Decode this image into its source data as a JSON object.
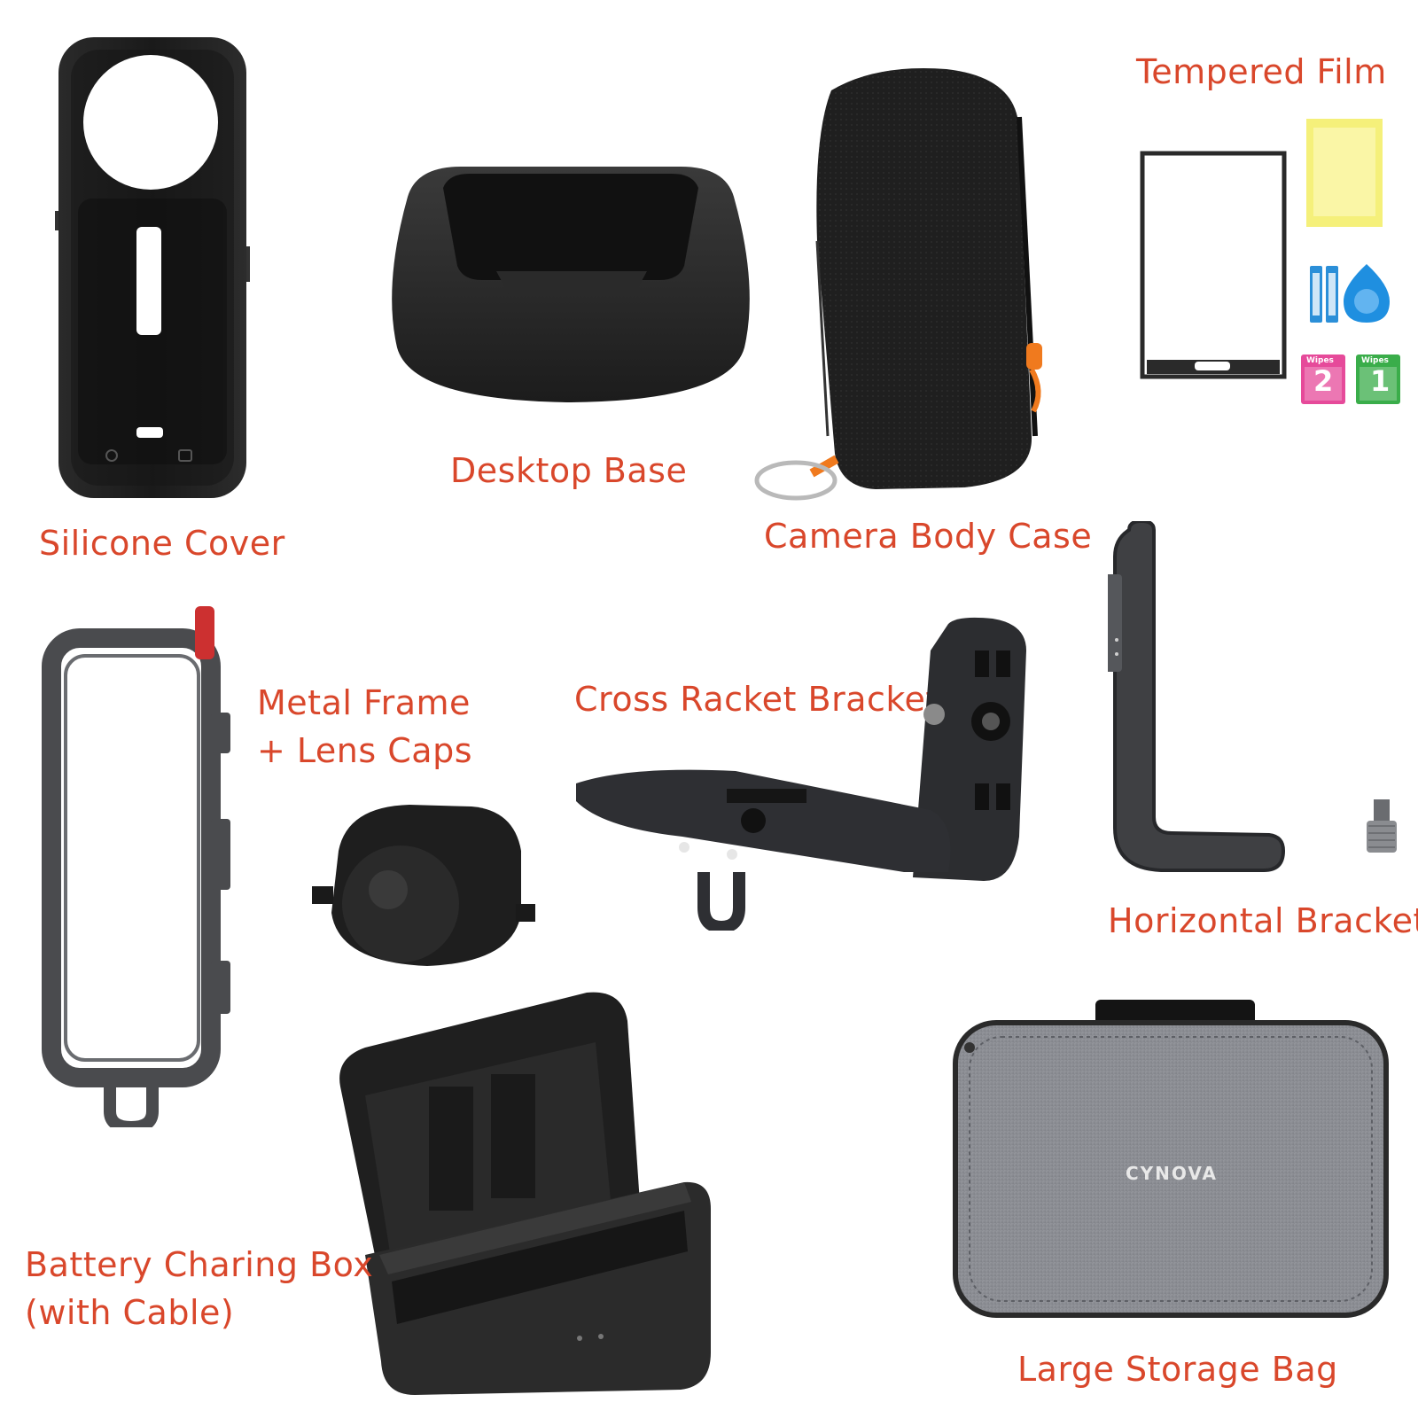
{
  "items": {
    "silicone_cover": "Silicone Cover",
    "desktop_base": "Desktop Base",
    "camera_body_case": "Camera Body Case",
    "tempered_film": "Tempered Film",
    "metal_frame_line1": "Metal Frame",
    "metal_frame_line2": "+ Lens Caps",
    "cross_racket_bracket": "Cross Racket Bracket",
    "horizontal_bracket": "Horizontal Bracket",
    "battery_box_line1": "Battery Charing Box",
    "battery_box_line2": "(with Cable)",
    "large_storage_bag": "Large Storage Bag"
  },
  "film_kit": {
    "wipes_2": "2",
    "wipes_1": "1",
    "wipes_label": "Wipes"
  },
  "storage_bag_brand": "CYNOVA",
  "colors": {
    "label": "#d9472b",
    "dark_product": "#1e1e1e",
    "storage_bag": "#8c8f96"
  }
}
